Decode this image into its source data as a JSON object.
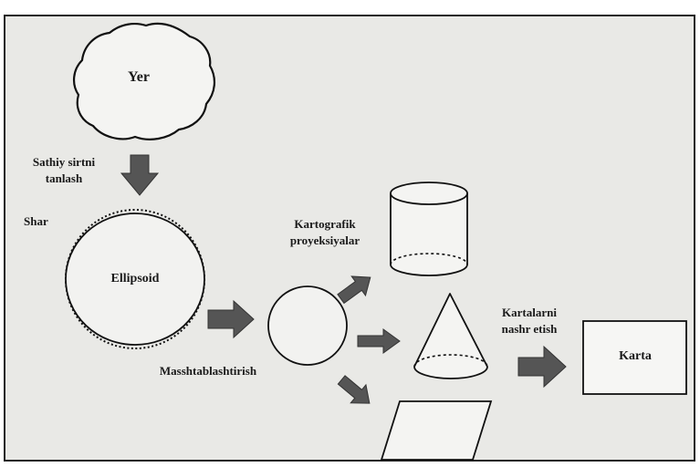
{
  "diagram": {
    "earth_label": "Yer",
    "step_select_surface": [
      "Sathiy sirtni",
      "tanlash"
    ],
    "sphere_label": "Shar",
    "ellipsoid_label": "Ellipsoid",
    "projections_label": [
      "Kartografik",
      "proyeksiyalar"
    ],
    "scaling_label": "Masshtablashtirish",
    "publishing_label": [
      "Kartalarni",
      "nashr etish"
    ],
    "map_label": "Karta"
  },
  "colors": {
    "background": "#e9e9e6",
    "arrow_fill": "#555555",
    "stroke": "#111111"
  }
}
